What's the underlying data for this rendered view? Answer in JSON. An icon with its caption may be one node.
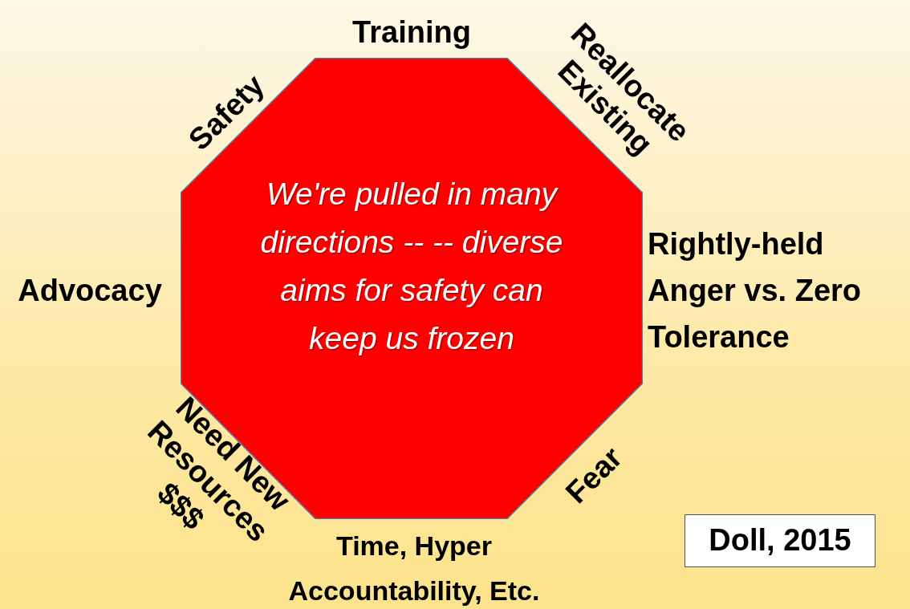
{
  "diagram": {
    "nodes": [
      {
        "text": [
          "We're pulled in many directions -- -- diverse aims for safety can keep us frozen"
        ]
      },
      {
        "text": [
          "Doll, 2015"
        ]
      }
    ],
    "labels": [
      "Training",
      "Reallocate Existing",
      "Safety",
      "Rightly-held Anger vs. Zero Tolerance",
      "Advocacy",
      "Need New Resources $$$",
      "Fear",
      "Time, Hyper Accountability, Etc."
    ]
  }
}
